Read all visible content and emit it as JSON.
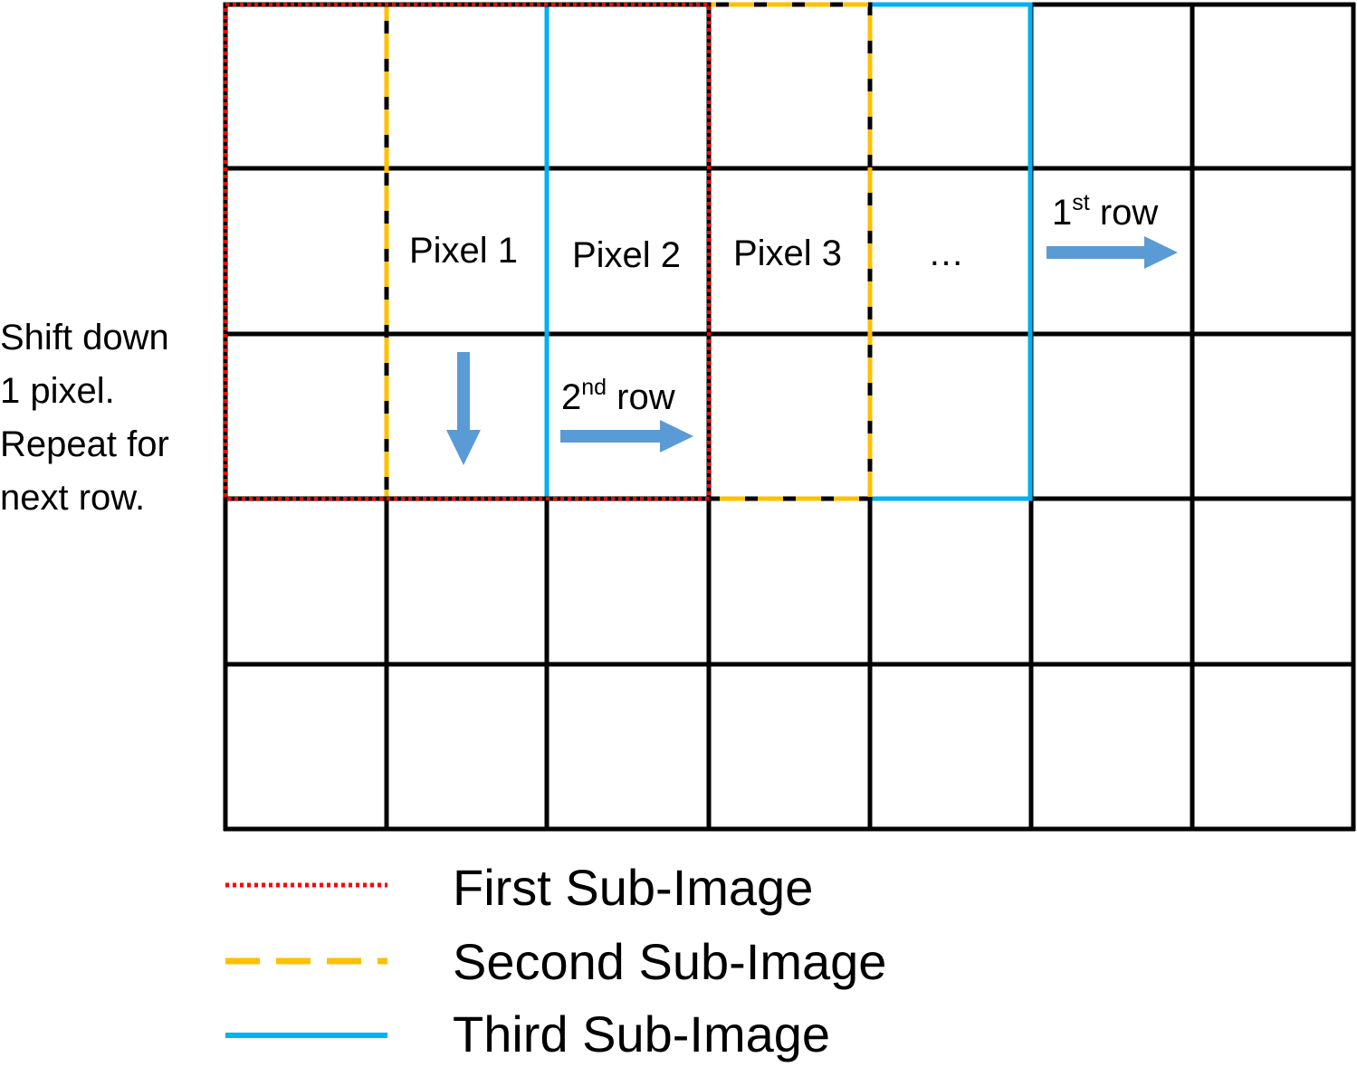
{
  "colors": {
    "grid": "#000000",
    "first_sub_image": "#ff0000",
    "second_sub_image": "#ffc000",
    "third_sub_image": "#00b0f0",
    "arrow": "#5b9bd5"
  },
  "grid": {
    "rows": 5,
    "cols": 7
  },
  "pixels": {
    "pixel1": "Pixel 1",
    "pixel2": "Pixel 2",
    "pixel3": "Pixel 3",
    "ellipsis": "…"
  },
  "annotations": {
    "row1": {
      "number": "1",
      "suffix": "st",
      "word": " row"
    },
    "row2": {
      "number": "2",
      "suffix": "nd",
      "word": " row"
    },
    "shift_lines": [
      "Shift down",
      "1 pixel.",
      "Repeat for",
      "next row."
    ]
  },
  "legend": {
    "first": "First Sub-Image",
    "second": "Second Sub-Image",
    "third": "Third Sub-Image"
  }
}
